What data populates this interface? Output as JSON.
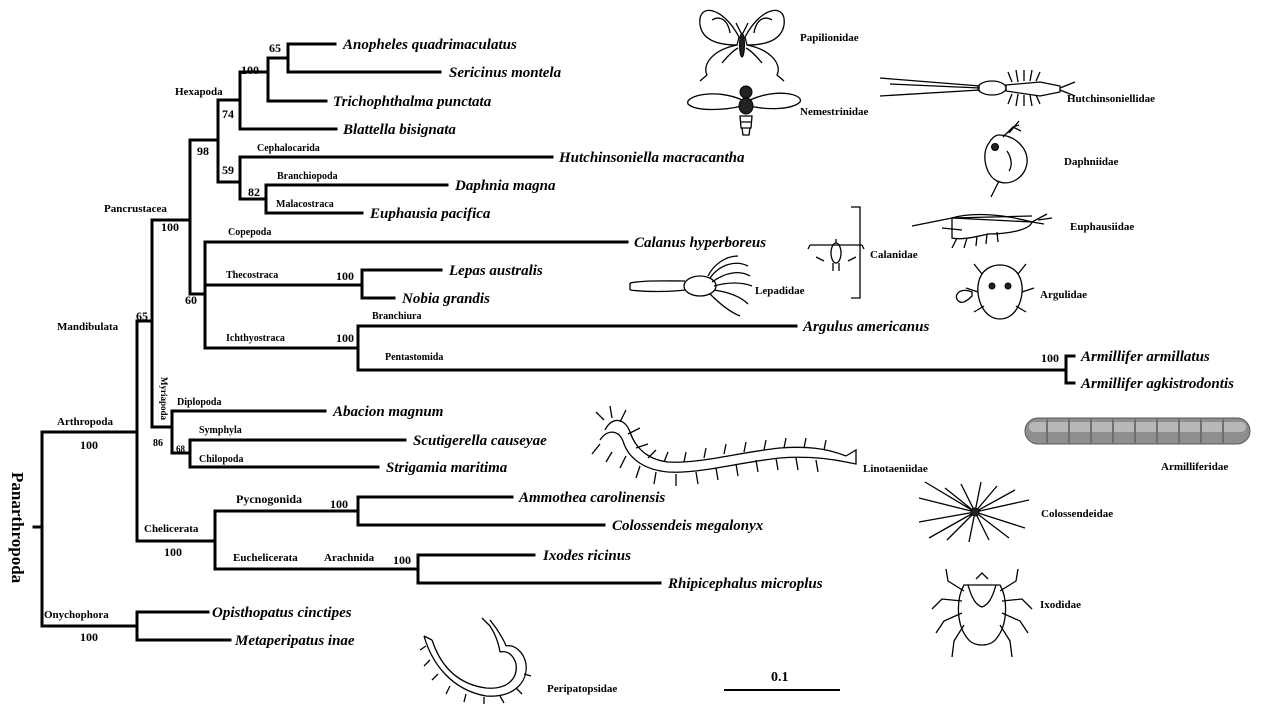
{
  "root": "Panarthropoda",
  "scale_bar": "0.1",
  "taxa": {
    "anopheles": "Anopheles quadrimaculatus",
    "sericinus": "Sericinus montela",
    "trichophthalma": "Trichophthalma punctata",
    "blattella": "Blattella bisignata",
    "hutchinsoniella": "Hutchinsoniella macracantha",
    "daphnia": "Daphnia magna",
    "euphausia": "Euphausia pacifica",
    "calanus": "Calanus hyperboreus",
    "lepas": "Lepas australis",
    "nobia": "Nobia grandis",
    "argulus": "Argulus americanus",
    "armillifer1": "Armillifer armillatus",
    "armillifer2": "Armillifer agkistrodontis",
    "abacion": "Abacion magnum",
    "scutigerella": "Scutigerella causeyae",
    "strigamia": "Strigamia maritima",
    "ammothea": "Ammothea carolinensis",
    "colossendeis": "Colossendeis megalonyx",
    "ixodes": "Ixodes ricinus",
    "rhipicephalus": "Rhipicephalus microplus",
    "opisthopatus": "Opisthopatus cinctipes",
    "metaperipatus": "Metaperipatus inae"
  },
  "clades": {
    "hexapoda": "Hexapoda",
    "cephalocarida": "Cephalocarida",
    "branchiopoda": "Branchiopoda",
    "malacostraca": "Malacostraca",
    "pancrustacea": "Pancrustacea",
    "copepoda": "Copepoda",
    "thecostraca": "Thecostraca",
    "ichthyostraca": "Ichthyostraca",
    "branchiura": "Branchiura",
    "pentastomida": "Pentastomida",
    "mandibulata": "Mandibulata",
    "arthropoda": "Arthropoda",
    "myriapoda": "Myriapoda",
    "diplopoda": "Diplopoda",
    "symphyla": "Symphyla",
    "chilopoda": "Chilopoda",
    "pycnogonida": "Pycnogonida",
    "chelicerata": "Chelicerata",
    "euchelicerata": "Euchelicerata",
    "arachnida": "Arachnida",
    "onychophora": "Onychophora"
  },
  "support": {
    "s65a": "65",
    "s100a": "100",
    "s74": "74",
    "s98": "98",
    "s59": "59",
    "s82": "82",
    "s100pan": "100",
    "s100the": "100",
    "s60": "60",
    "s100ich": "100",
    "s100arm": "100",
    "s65man": "65",
    "s86": "86",
    "s68": "68",
    "s100art": "100",
    "s100pyc": "100",
    "s100che": "100",
    "s100ara": "100",
    "s100ony": "100"
  },
  "families": {
    "papilionidae": "Papilionidae",
    "nemestrinidae": "Nemestrinidae",
    "hutchinsoniellidae": "Hutchinsoniellidae",
    "daphniidae": "Daphniidae",
    "euphausiidae": "Euphausiidae",
    "calanidae": "Calanidae",
    "lepadidae": "Lepadidae",
    "argulidae": "Argulidae",
    "linotaeniidae": "Linotaeniidae",
    "armilliferidae": "Armilliferidae",
    "colossendeidae": "Colossendeidae",
    "ixodidae": "Ixodidae",
    "peripatopsidae": "Peripatopsidae"
  },
  "icons": [
    "butterfly-icon",
    "fly-icon",
    "cephalocarid-icon",
    "water-flea-icon",
    "krill-icon",
    "copepod-icon",
    "barnacle-icon",
    "fish-louse-icon",
    "centipede-icon",
    "tongue-worm-icon",
    "sea-spider-icon",
    "tick-icon",
    "velvet-worm-icon"
  ]
}
